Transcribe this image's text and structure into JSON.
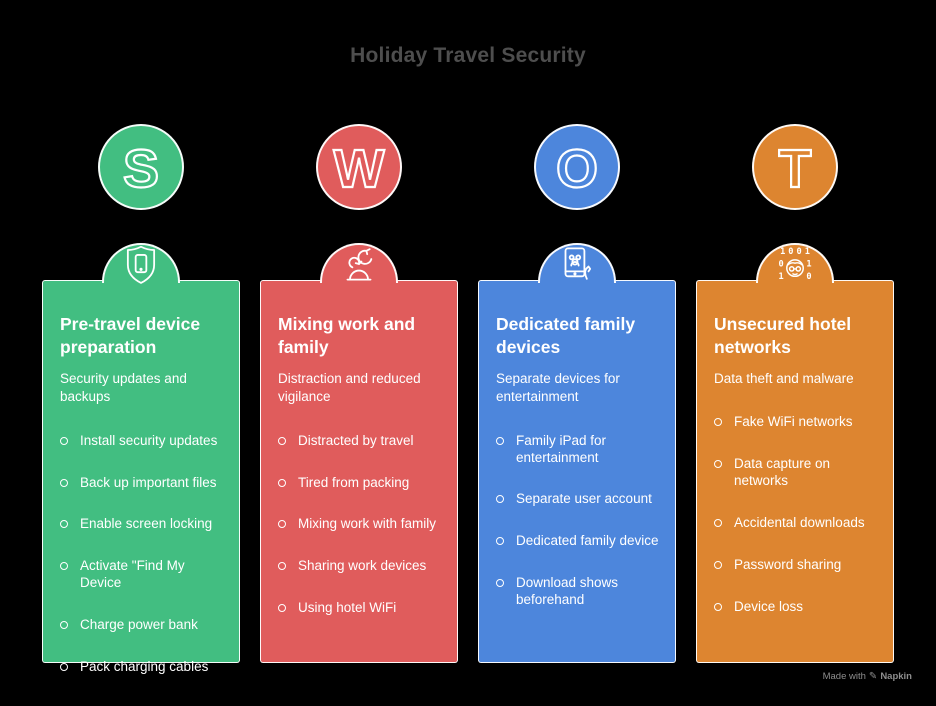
{
  "title": "Holiday Travel Security",
  "watermark": {
    "prefix": "Made with",
    "brand": "Napkin",
    "icon": "pen-icon"
  },
  "columns": [
    {
      "letter": "S",
      "color": "#42BE81",
      "icon": "shield-phone-icon",
      "heading": "Pre-travel device preparation",
      "subheading": "Security updates and backups",
      "items": [
        "Install security updates",
        "Back up important files",
        "Enable screen locking",
        "Activate \"Find My Device",
        "Charge power bank",
        "Pack charging cables"
      ]
    },
    {
      "letter": "W",
      "color": "#E05C5C",
      "icon": "work-family-swap-icon",
      "heading": "Mixing work and family",
      "subheading": "Distraction and reduced vigilance",
      "items": [
        "Distracted by travel",
        "Tired from packing",
        "Mixing work with family",
        "Sharing work devices",
        "Using hotel WiFi"
      ]
    },
    {
      "letter": "O",
      "color": "#4D86DC",
      "icon": "family-tablet-icon",
      "heading": "Dedicated family devices",
      "subheading": "Separate devices for entertainment",
      "items": [
        "Family iPad for entertainment",
        "Separate user account",
        "Dedicated family device",
        "Download shows beforehand"
      ]
    },
    {
      "letter": "T",
      "color": "#DD8530",
      "icon": "hacker-binary-icon",
      "heading": "Unsecured hotel networks",
      "subheading": "Data theft and malware",
      "items": [
        "Fake WiFi networks",
        "Data capture on networks",
        "Accidental downloads",
        "Password sharing",
        "Device loss"
      ]
    }
  ]
}
